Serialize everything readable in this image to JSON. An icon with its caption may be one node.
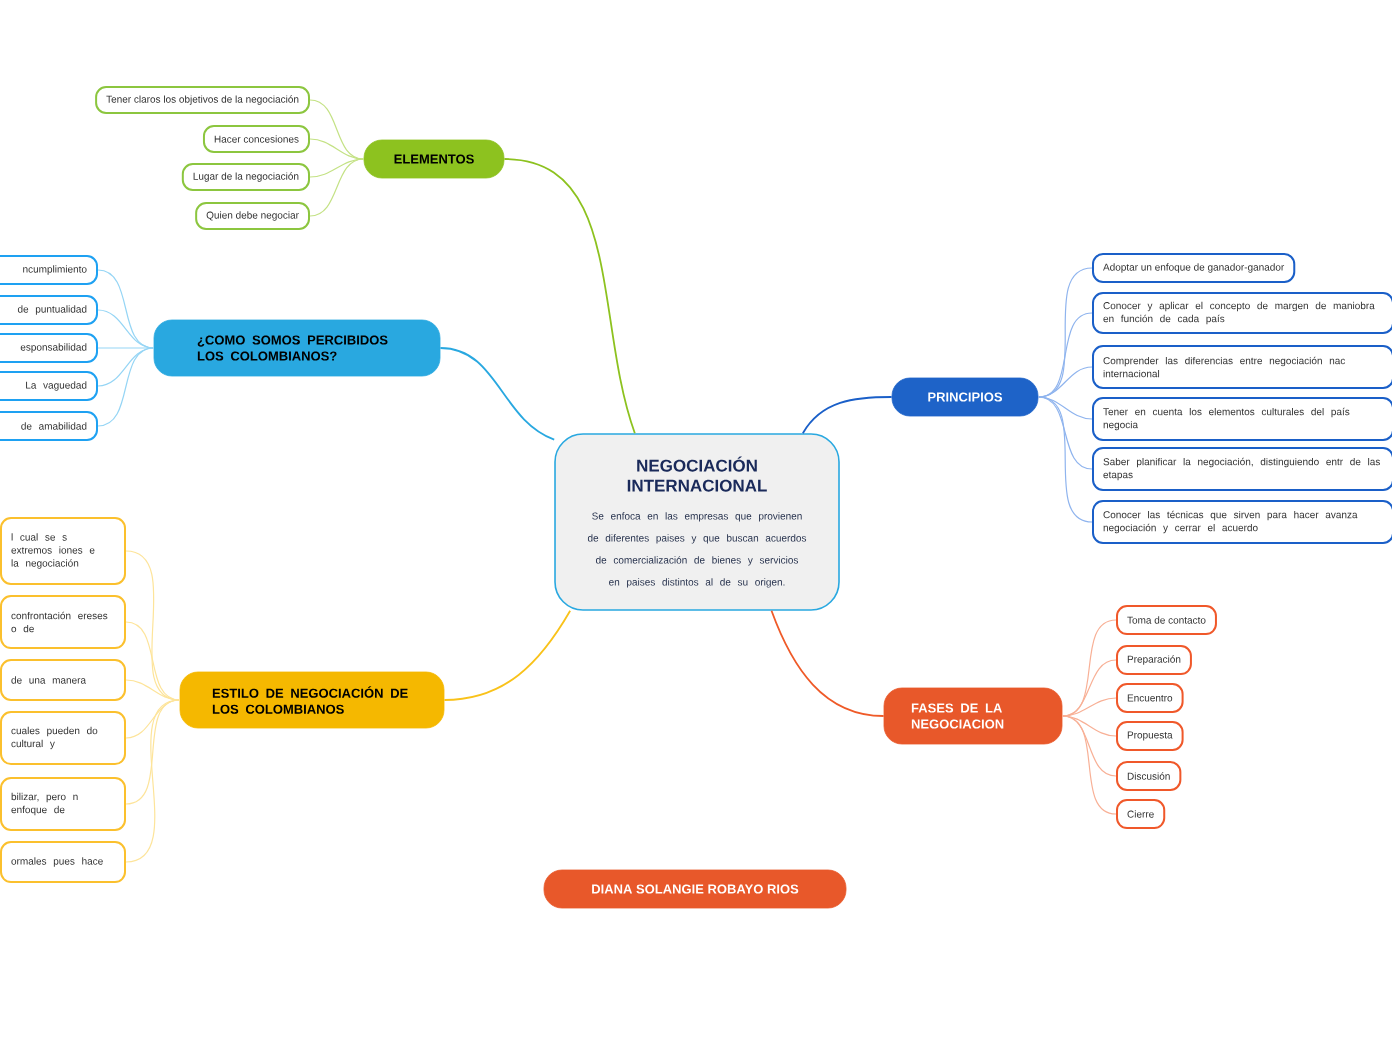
{
  "diagram": {
    "nodes": [
      {
        "text": [
          "NEGOCIACIÓN INTERNACIONAL",
          "Se enfoca en las empresas que provienen de diferentes paises y que buscan acuerdos de comercialización de bienes y servicios en paises distintos al de su origen."
        ]
      },
      {
        "text": [
          "ELEMENTOS"
        ]
      },
      {
        "text": [
          "Tener claros los objetivos de la negociación"
        ]
      },
      {
        "text": [
          "Hacer concesiones"
        ]
      },
      {
        "text": [
          "Lugar de la negociación"
        ]
      },
      {
        "text": [
          "Quien debe negociar"
        ]
      },
      {
        "text": [
          "¿COMO SOMOS PERCIBIDOS LOS COLOMBIANOS?"
        ]
      },
      {
        "text": [
          "ncumplimiento"
        ]
      },
      {
        "text": [
          "de puntualidad"
        ]
      },
      {
        "text": [
          "esponsabilidad"
        ]
      },
      {
        "text": [
          "La vaguedad"
        ]
      },
      {
        "text": [
          "de amabilidad"
        ]
      },
      {
        "text": [
          "ESTILO DE NEGOCIACIÓN DE LOS COLOMBIANOS"
        ]
      },
      {
        "text": [
          "l cual se s extremos iones e la negociación"
        ]
      },
      {
        "text": [
          "confrontación ereses o de"
        ]
      },
      {
        "text": [
          "de una manera"
        ]
      },
      {
        "text": [
          "cuales pueden do cultural y"
        ]
      },
      {
        "text": [
          "bilizar, pero n enfoque de"
        ]
      },
      {
        "text": [
          "ormales pues hace"
        ]
      },
      {
        "text": [
          "PRINCIPIOS"
        ]
      },
      {
        "text": [
          "Adoptar un enfoque de ganador-ganador"
        ]
      },
      {
        "text": [
          "Conocer y aplicar el concepto de margen de maniobra en función de cada país"
        ]
      },
      {
        "text": [
          "Comprender las diferencias entre negociación nac internacional"
        ]
      },
      {
        "text": [
          "Tener en cuenta los elementos culturales del país negocia"
        ]
      },
      {
        "text": [
          "Saber planificar la negociación, distinguiendo entr de las etapas"
        ]
      },
      {
        "text": [
          "Conocer las técnicas que sirven para hacer avanza negociación y cerrar el acuerdo"
        ]
      },
      {
        "text": [
          "FASES DE LA NEGOCIACION"
        ]
      },
      {
        "text": [
          "Toma de contacto"
        ]
      },
      {
        "text": [
          "Preparación"
        ]
      },
      {
        "text": [
          "Encuentro"
        ]
      },
      {
        "text": [
          "Propuesta"
        ]
      },
      {
        "text": [
          "Discusión"
        ]
      },
      {
        "text": [
          "Cierre"
        ]
      },
      {
        "text": [
          "DIANA SOLANGIE ROBAYO RIOS"
        ]
      }
    ],
    "edges": [
      {
        "from": 0,
        "to": 1,
        "arrow": "none",
        "color": "#8dc21f"
      },
      {
        "from": 0,
        "to": 6,
        "arrow": "none",
        "color": "#29a8e0"
      },
      {
        "from": 0,
        "to": 12,
        "arrow": "none",
        "color": "#f9c21a"
      },
      {
        "from": 0,
        "to": 19,
        "arrow": "none",
        "color": "#1a5fc8"
      },
      {
        "from": 0,
        "to": 26,
        "arrow": "none",
        "color": "#ef5a28"
      },
      {
        "from": 1,
        "to": 2,
        "arrow": "none",
        "color": "#c4e285"
      },
      {
        "from": 1,
        "to": 3,
        "arrow": "none",
        "color": "#c4e285"
      },
      {
        "from": 1,
        "to": 4,
        "arrow": "none",
        "color": "#c4e285"
      },
      {
        "from": 1,
        "to": 5,
        "arrow": "none",
        "color": "#c4e285"
      },
      {
        "from": 6,
        "to": 7,
        "arrow": "none",
        "color": "#95d5f5"
      },
      {
        "from": 6,
        "to": 8,
        "arrow": "none",
        "color": "#95d5f5"
      },
      {
        "from": 6,
        "to": 9,
        "arrow": "none",
        "color": "#95d5f5"
      },
      {
        "from": 6,
        "to": 10,
        "arrow": "none",
        "color": "#95d5f5"
      },
      {
        "from": 6,
        "to": 11,
        "arrow": "none",
        "color": "#95d5f5"
      },
      {
        "from": 12,
        "to": 13,
        "arrow": "none",
        "color": "#fde49a"
      },
      {
        "from": 12,
        "to": 14,
        "arrow": "none",
        "color": "#fde49a"
      },
      {
        "from": 12,
        "to": 15,
        "arrow": "none",
        "color": "#fde49a"
      },
      {
        "from": 12,
        "to": 16,
        "arrow": "none",
        "color": "#fde49a"
      },
      {
        "from": 12,
        "to": 17,
        "arrow": "none",
        "color": "#fde49a"
      },
      {
        "from": 12,
        "to": 18,
        "arrow": "none",
        "color": "#fde49a"
      },
      {
        "from": 19,
        "to": 20,
        "arrow": "none",
        "color": "#8fb4ee"
      },
      {
        "from": 19,
        "to": 21,
        "arrow": "none",
        "color": "#8fb4ee"
      },
      {
        "from": 19,
        "to": 22,
        "arrow": "none",
        "color": "#8fb4ee"
      },
      {
        "from": 19,
        "to": 23,
        "arrow": "none",
        "color": "#8fb4ee"
      },
      {
        "from": 19,
        "to": 24,
        "arrow": "none",
        "color": "#8fb4ee"
      },
      {
        "from": 19,
        "to": 25,
        "arrow": "none",
        "color": "#8fb4ee"
      },
      {
        "from": 26,
        "to": 27,
        "arrow": "none",
        "color": "#f8b096"
      },
      {
        "from": 26,
        "to": 28,
        "arrow": "none",
        "color": "#f8b096"
      },
      {
        "from": 26,
        "to": 29,
        "arrow": "none",
        "color": "#f8b096"
      },
      {
        "from": 26,
        "to": 30,
        "arrow": "none",
        "color": "#f8b096"
      },
      {
        "from": 26,
        "to": 31,
        "arrow": "none",
        "color": "#f8b096"
      },
      {
        "from": 26,
        "to": 32,
        "arrow": "none",
        "color": "#f8b096"
      }
    ]
  }
}
